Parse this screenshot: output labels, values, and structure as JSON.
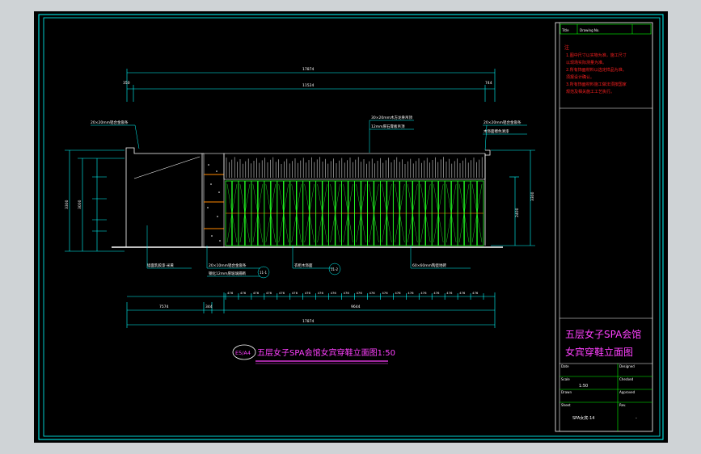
{
  "colors": {
    "background": "#000000",
    "frame": "#00ffff",
    "dimension": "#00ffff",
    "note_red": "#ff2020",
    "title_magenta": "#ff40ff",
    "cabinet_green": "#22ff22",
    "hatch_white": "#ffffff",
    "shelf_orange": "#ff8800"
  },
  "dimensions": {
    "overall_top": "17874",
    "inner_top": "11524",
    "left_small": "350",
    "right_small": "744",
    "overall_bottom": "17874",
    "left_bottom": "7574",
    "mid_bottom": "344",
    "right_bottom": "9644",
    "left_height": "3300",
    "left_height_inner": "3000",
    "right_height": "3300",
    "right_height_inner": "2400",
    "modules": [
      "476",
      "476",
      "476",
      "476",
      "476",
      "476",
      "476",
      "476",
      "476",
      "476",
      "476",
      "476",
      "476",
      "476",
      "476",
      "476",
      "476",
      "476",
      "476",
      "476"
    ]
  },
  "annotations": {
    "top_left": "20×20mm铝合金嵌条",
    "top_mid_1": "30×20mm木方龙骨吊顶",
    "top_mid_2": "12mm厚石膏板吊顶",
    "top_right_1": "20×20mm铝合金嵌条",
    "top_right_2": "木饰面擦色清漆",
    "bottom_1": "墙面乳胶漆·米黄",
    "bottom_2_a": "20×10mm铝合金嵌条",
    "bottom_2_b": "钢化12mm厚玻璃隔断",
    "bottom_3": "衣柜木饰面",
    "bottom_4": "60×60mm陶瓷地砖",
    "ref_1": "11-1",
    "ref_2": "11-2"
  },
  "title_line": {
    "badge": "E5/A4",
    "text": "五层女子SPA会馆女宾穿鞋立面图1:50"
  },
  "notes": {
    "header": "注",
    "lines": [
      "1.图中尺寸以实物为准，施工尺寸",
      "  以现场实际测量为准。",
      "2.所有饰面材料以选定样品为准。",
      "  须报设计确认。",
      "3.所有饰面材料施工做法须按国家",
      "  规范及相关施工工艺执行。"
    ]
  },
  "title_block": {
    "top_cell_1": "Title",
    "top_cell_2": "Drawing No.",
    "project_line_1": "五层女子SPA会馆",
    "project_line_2": "女宾穿鞋立面图",
    "rows": [
      {
        "label": "Date",
        "label2": "Designed",
        "value": ""
      },
      {
        "label": "Scale",
        "label2": "Checked",
        "value": "1:50"
      },
      {
        "label": "Drawn",
        "label2": "Approved",
        "value": ""
      },
      {
        "label": "Sheet",
        "label2": "Rev.",
        "value": "SPA女宾-14"
      }
    ],
    "sheet_value": "SPA女宾-14",
    "rev_value": "-"
  }
}
